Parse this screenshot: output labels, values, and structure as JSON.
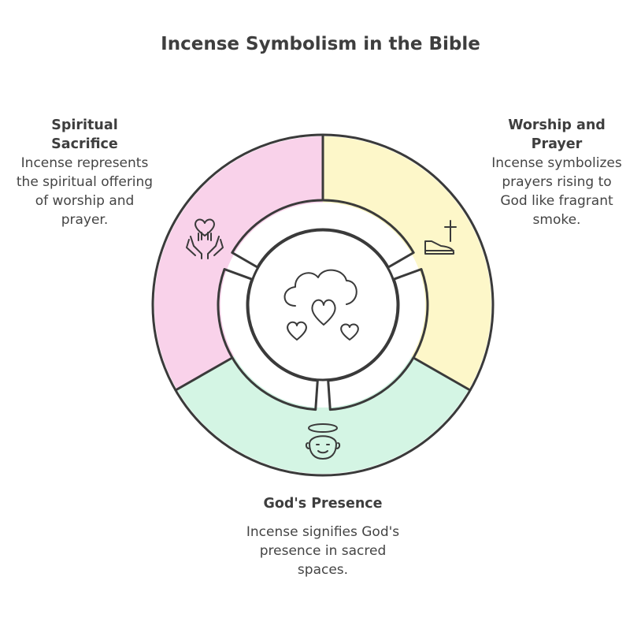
{
  "title": "Incense Symbolism in the Bible",
  "colors": {
    "sacrifice": "#f9d2ea",
    "worship": "#fdf7c9",
    "presence": "#d4f5e4",
    "center": "#ececec",
    "stroke": "#3a3a3a"
  },
  "segments": [
    {
      "key": "sacrifice",
      "heading": "Spiritual Sacrifice",
      "text": "Incense represents the spiritual offering of worship and prayer.",
      "icon": "heart-hands-icon"
    },
    {
      "key": "worship",
      "heading": "Worship and Prayer",
      "text": "Incense symbolizes prayers rising to God like fragrant smoke.",
      "icon": "cross-lamp-icon"
    },
    {
      "key": "presence",
      "heading": "God's Presence",
      "text": "Incense signifies God's presence in sacred spaces.",
      "icon": "angel-face-icon"
    }
  ],
  "center_icon": "cloud-hearts-icon"
}
